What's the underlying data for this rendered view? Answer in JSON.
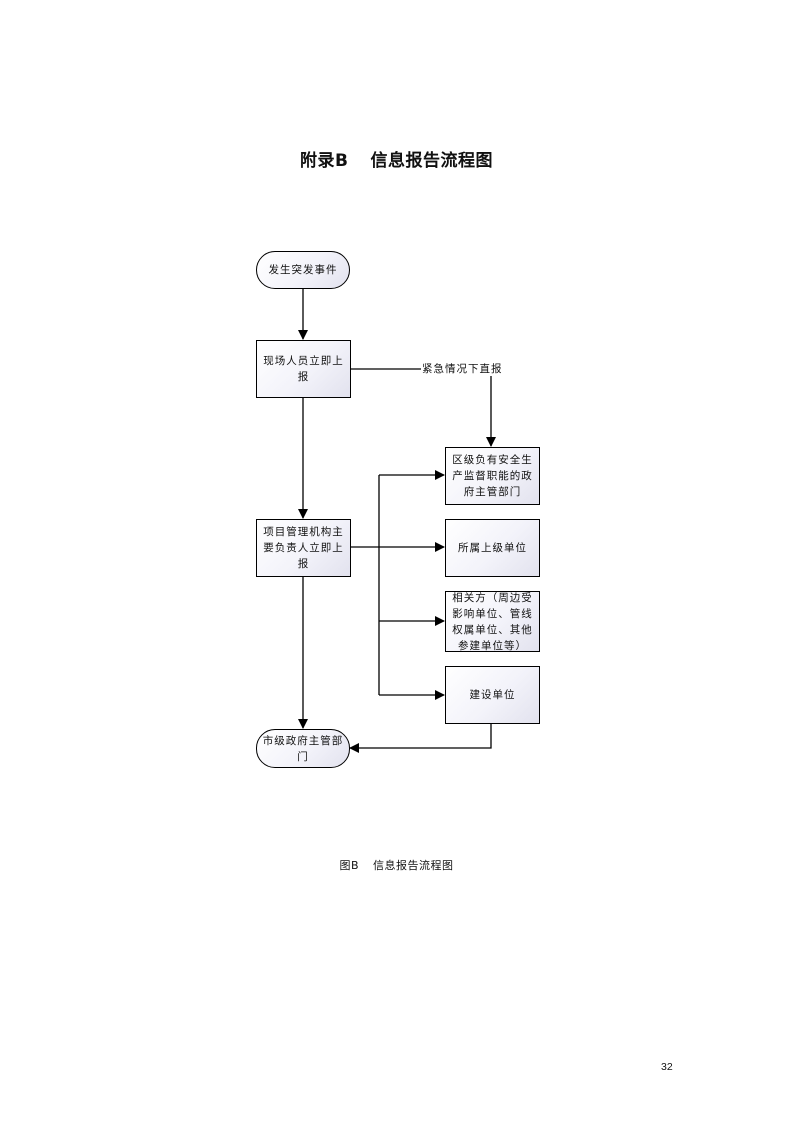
{
  "page": {
    "title_prefix": "附录B",
    "title_main": "信息报告流程图",
    "caption_prefix": "图B",
    "caption_main": "信息报告流程图",
    "page_number": "32"
  },
  "flowchart": {
    "nodes": {
      "start": "发生突发事件",
      "onsite_report": "现场人员立即上报",
      "district_dept": "区级负有安全生产监督职能的政府主管部门",
      "pm_report": "项目管理机构主要负责人立即上报",
      "superior_unit": "所属上级单位",
      "related_parties": "相关方（周边受影响单位、管线权属单位、其他参建单位等）",
      "construction_unit": "建设单位",
      "end": "市级政府主管部门"
    },
    "edge_labels": {
      "emergency_direct": "紧急情况下直报"
    },
    "edges": [
      {
        "from": "start",
        "to": "onsite_report"
      },
      {
        "from": "onsite_report",
        "to": "district_dept",
        "label": "emergency_direct"
      },
      {
        "from": "onsite_report",
        "to": "pm_report"
      },
      {
        "from": "pm_report",
        "to": "district_dept"
      },
      {
        "from": "pm_report",
        "to": "superior_unit"
      },
      {
        "from": "pm_report",
        "to": "related_parties"
      },
      {
        "from": "pm_report",
        "to": "construction_unit"
      },
      {
        "from": "pm_report",
        "to": "end"
      },
      {
        "from": "construction_unit",
        "to": "end"
      }
    ]
  }
}
